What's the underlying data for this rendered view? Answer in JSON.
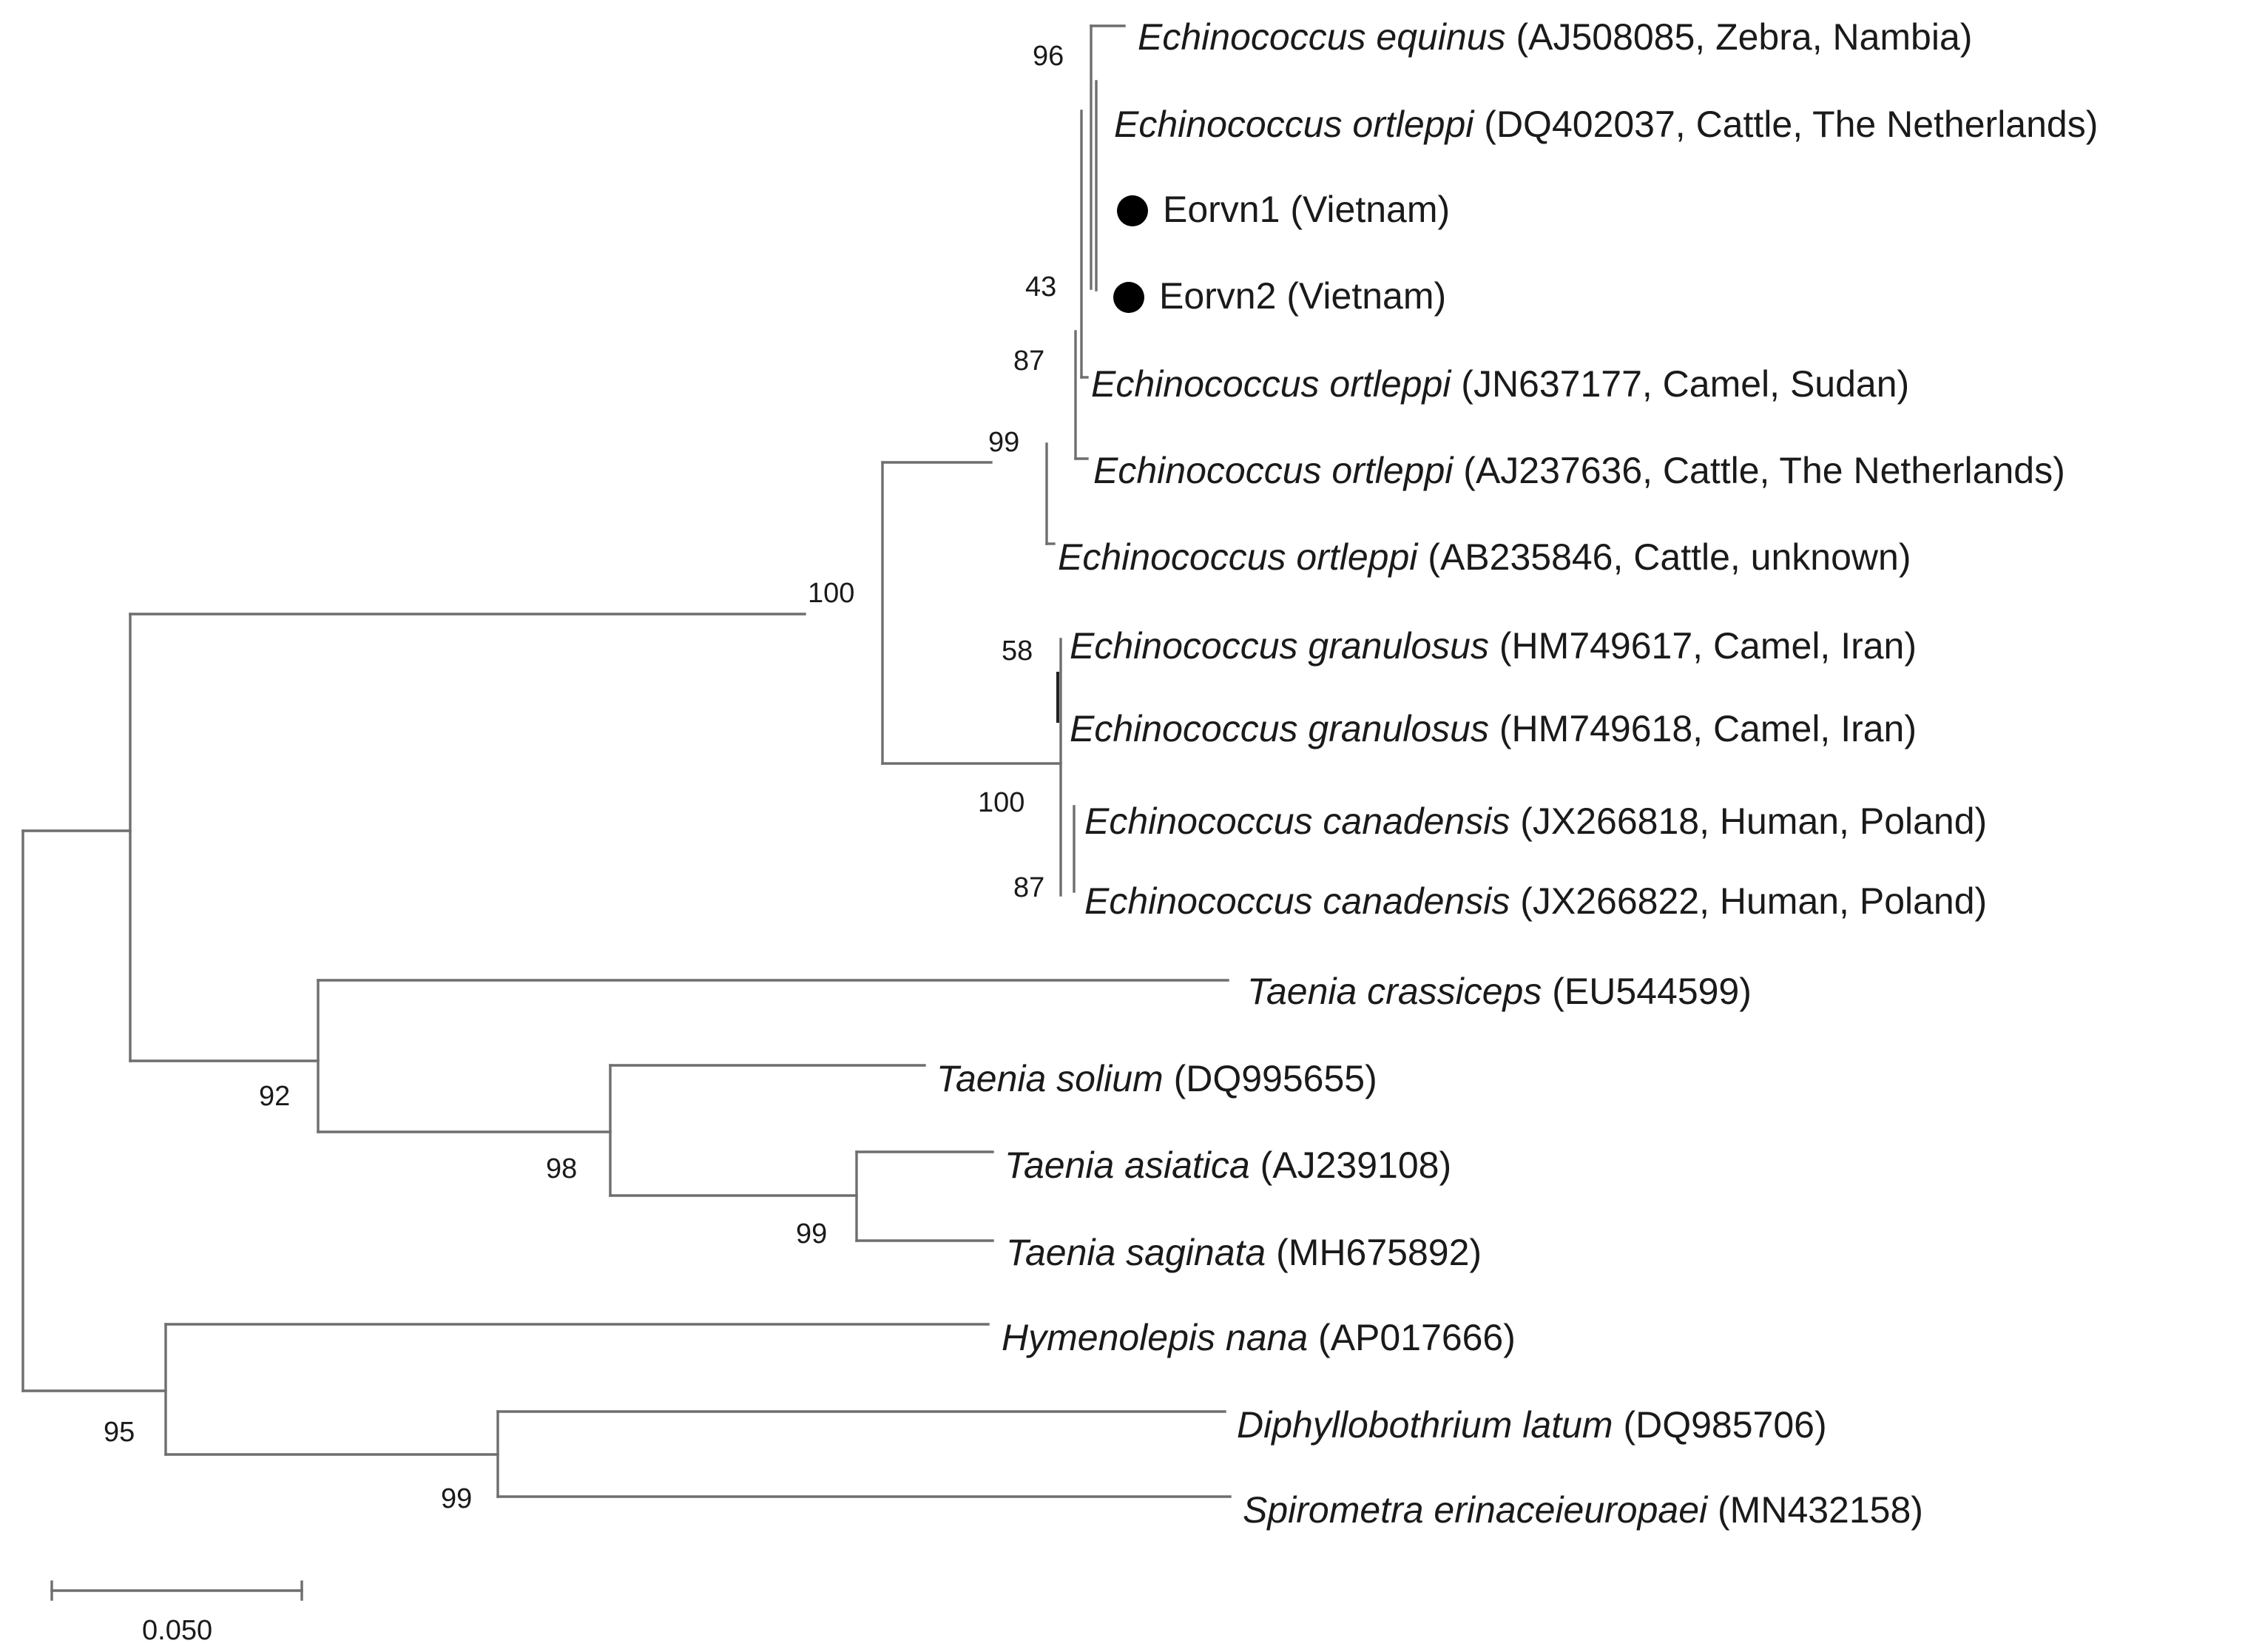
{
  "tree": {
    "leaves": [
      {
        "id": "equinus",
        "species": "Echinococcus equinus",
        "info": "(AJ508085, Zebra, Nambia)"
      },
      {
        "id": "ortleppi-dq402037",
        "species": "Echinococcus ortleppi",
        "info": "(DQ402037, Cattle, The Netherlands)"
      },
      {
        "id": "eorvn1",
        "species": "",
        "info": "Eorvn1 (Vietnam)",
        "marker": true
      },
      {
        "id": "eorvn2",
        "species": "",
        "info": "Eorvn2 (Vietnam)",
        "marker": true
      },
      {
        "id": "ortleppi-jn637177",
        "species": "Echinococcus ortleppi",
        "info": "(JN637177, Camel, Sudan)"
      },
      {
        "id": "ortleppi-aj237636",
        "species": "Echinococcus ortleppi",
        "info": "(AJ237636, Cattle, The Netherlands)"
      },
      {
        "id": "ortleppi-ab235846",
        "species": "Echinococcus ortleppi",
        "info": "(AB235846, Cattle, unknown)"
      },
      {
        "id": "granulosus-hm749617",
        "species": "Echinococcus granulosus",
        "info": "(HM749617, Camel, Iran)"
      },
      {
        "id": "granulosus-hm749618",
        "species": "Echinococcus granulosus",
        "info": "(HM749618, Camel, Iran)"
      },
      {
        "id": "canadensis-jx266818",
        "species": "Echinococcus canadensis",
        "info": "(JX266818, Human, Poland)"
      },
      {
        "id": "canadensis-jx266822",
        "species": "Echinococcus canadensis",
        "info": "(JX266822, Human, Poland)"
      },
      {
        "id": "crassiceps",
        "species": "Taenia crassiceps",
        "info": "(EU544599)"
      },
      {
        "id": "solium",
        "species": "Taenia solium",
        "info": "(DQ995655)"
      },
      {
        "id": "asiatica",
        "species": "Taenia asiatica",
        "info": "(AJ239108)"
      },
      {
        "id": "saginata",
        "species": "Taenia saginata",
        "info": "(MH675892)"
      },
      {
        "id": "nana",
        "species": "Hymenolepis nana",
        "info": "(AP017666)"
      },
      {
        "id": "latum",
        "species": "Diphyllobothrium latum",
        "info": "(DQ985706)"
      },
      {
        "id": "spirometra",
        "species": "Spirometra erinaceieuropaei",
        "info": "(MN432158)"
      }
    ],
    "bootstrap": [
      {
        "id": "b96",
        "value": "96"
      },
      {
        "id": "b43",
        "value": "43"
      },
      {
        "id": "b87a",
        "value": "87"
      },
      {
        "id": "b99a",
        "value": "99"
      },
      {
        "id": "b100a",
        "value": "100"
      },
      {
        "id": "b58",
        "value": "58"
      },
      {
        "id": "b100b",
        "value": "100"
      },
      {
        "id": "b87b",
        "value": "87"
      },
      {
        "id": "b92",
        "value": "92"
      },
      {
        "id": "b98",
        "value": "98"
      },
      {
        "id": "b99b",
        "value": "99"
      },
      {
        "id": "b95",
        "value": "95"
      },
      {
        "id": "b99c",
        "value": "99"
      }
    ],
    "scale_bar": {
      "label": "0.050",
      "value": 0.05
    }
  },
  "colors": {
    "branch": "#6e6e6e",
    "text": "#1a1a1a",
    "marker": "#000000"
  }
}
